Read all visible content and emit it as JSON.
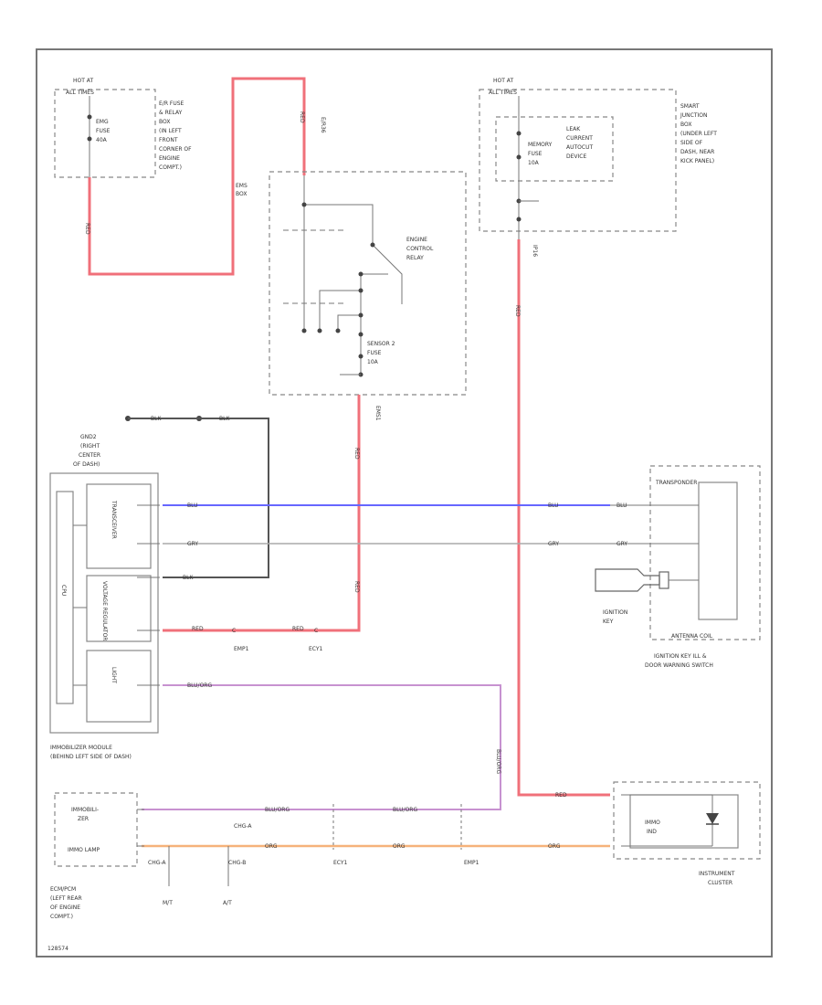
{
  "fuse_box_left": {
    "hot_at": "HOT AT",
    "all_times": "ALL TIMES",
    "fuse_name": "EMG",
    "fuse_rating": "40A",
    "label": [
      "E/R FUSE",
      "& RELAY",
      "BOX",
      "(IN LEFT",
      "FRONT",
      "CORNER OF",
      "ENGINE",
      "COMPT.)"
    ]
  },
  "fuse_box_right": {
    "hot_at": "HOT AT",
    "all_times": "ALL TIMES",
    "fuse_name": "MEMORY",
    "fuse_rating": "10A",
    "leak_device": [
      "LEAK",
      "CURRENT",
      "AUTOCUT",
      "DEVICE"
    ],
    "label": [
      "SMART",
      "JUNCTION",
      "BOX",
      "(UNDER LEFT",
      "SIDE OF",
      "DASH, NEAR",
      "KICK PANEL)"
    ]
  },
  "relay_box": {
    "name": "EMS BOX",
    "relay_label": [
      "ENGINE",
      "CONTROL",
      "RELAY"
    ],
    "fuse_label": [
      "SENSOR 2",
      "FUSE",
      "10A"
    ]
  },
  "connectors": {
    "e_r_conn": "E/R36",
    "ip_conn": "IP16",
    "ems_conn": "EMS1",
    "dlc": "GND2",
    "emp1": "EMP1",
    "ecy1": "ECY1",
    "ecy1_b": "ECY1",
    "emp1_b": "EMP1",
    "ch_a": "CHG-A",
    "ch_b": "CHG-A",
    "ch_c": "CHG-B"
  },
  "ground": {
    "label": [
      "GND2",
      "(RIGHT",
      "CENTER",
      "OF DASH)"
    ]
  },
  "wires": {
    "red": "RED",
    "blk": "BLK",
    "blu": "BLU",
    "gry": "GRY",
    "blu_org": "BLU/ORG",
    "org": "ORG"
  },
  "immobilizer": {
    "sections": [
      "TRANSCEIVER",
      "VOLTAGE REGULATOR",
      "LIGHT",
      "CPU"
    ],
    "label": [
      "IMMOBILIZER MODULE",
      "(BEHIND LEFT SIDE OF DASH)"
    ]
  },
  "transponder": {
    "coil_label": "TRANSPONDER",
    "key_label": [
      "IGNITION",
      "KEY"
    ],
    "box_label": "ANTENNA COIL",
    "label": [
      "IGNITION KEY ILL &",
      "DOOR WARNING SWITCH"
    ]
  },
  "ecm": {
    "pins": [
      "IMMOBILI-",
      "ZER",
      "IMMO LAMP"
    ],
    "label": [
      "ECM/PCM",
      "(LEFT REAR",
      "OF ENGINE",
      "COMPT.)"
    ],
    "mt": "M/T",
    "at": "A/T"
  },
  "cluster": {
    "inner": [
      "IMMO",
      "IND"
    ],
    "label": [
      "INSTRUMENT",
      "CLUSTER"
    ]
  },
  "footer": "128574"
}
